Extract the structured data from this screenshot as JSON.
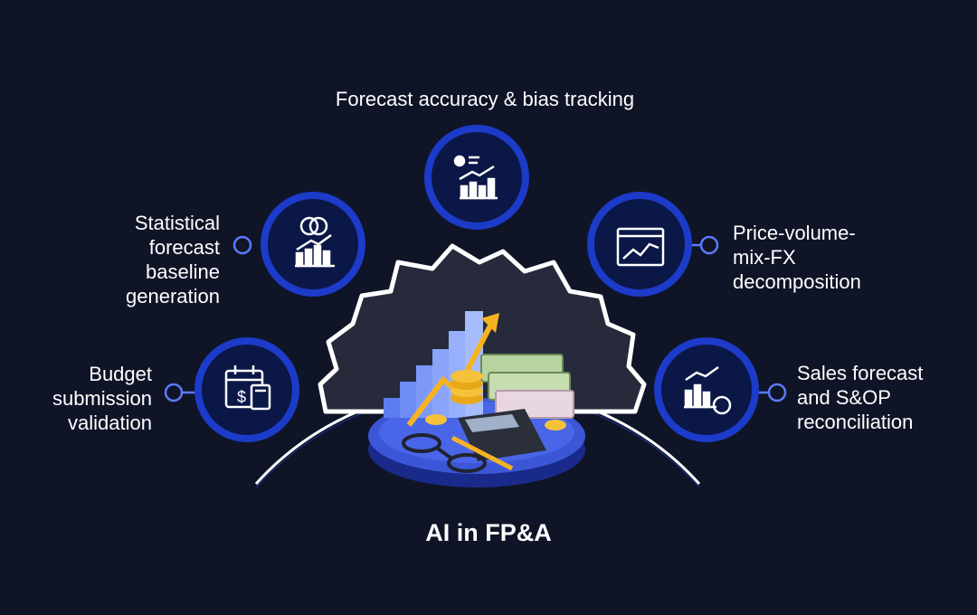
{
  "title": "AI in FP&A",
  "colors": {
    "background": "#0f1427",
    "node_fill": "#0b1746",
    "node_ring": "#1c3bc9",
    "arc": "#ffffff",
    "connector": "#5b7bff",
    "accent": "#f5b324"
  },
  "nodes": [
    {
      "id": "budget",
      "icon": "calendar-calculator-icon",
      "lines": [
        "Budget",
        "submission",
        "validation"
      ]
    },
    {
      "id": "statistical",
      "icon": "coins-growth-chart-icon",
      "lines": [
        "Statistical",
        "forecast",
        "baseline",
        "generation"
      ]
    },
    {
      "id": "accuracy",
      "icon": "analytics-dashboard-icon",
      "lines": [
        "Forecast accuracy & bias tracking"
      ]
    },
    {
      "id": "pvm",
      "icon": "line-chart-window-icon",
      "lines": [
        "Price-volume-",
        "mix-FX",
        "decomposition"
      ]
    },
    {
      "id": "sales",
      "icon": "bar-chart-dollar-icon",
      "lines": [
        "Sales forecast",
        "and S&OP",
        "reconciliation"
      ]
    }
  ],
  "center_illustration": "finance-gear-illustration"
}
